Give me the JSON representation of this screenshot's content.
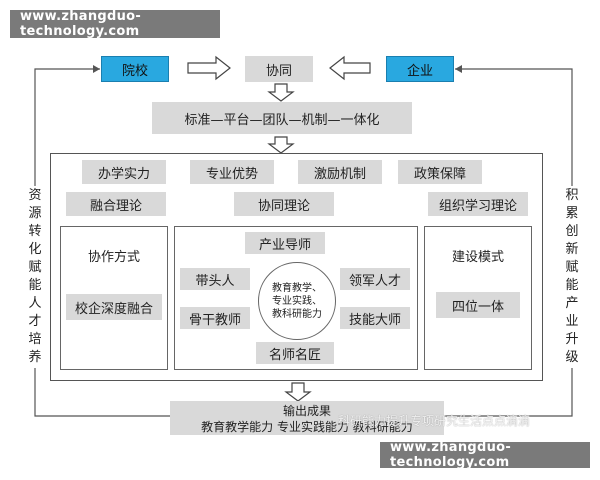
{
  "watermark_top": "www.zhangduo-technology.com",
  "watermark_bottom": "www.zhangduo-technology.com",
  "top": {
    "left": "院校",
    "middle": "协同",
    "right": "企业"
  },
  "standard_bar": "标准—平台—团队—机制—一体化",
  "row1": [
    "办学实力",
    "专业优势",
    "激励机制",
    "政策保障"
  ],
  "row2": {
    "left": "融合理论",
    "middle": "协同理论",
    "right": "组织学习理论"
  },
  "left_panel": {
    "title": "协作方式",
    "box": "校企深度融合"
  },
  "right_panel": {
    "title": "建设模式",
    "box": "四位一体"
  },
  "center": {
    "top": "产业导师",
    "left_top": "带头人",
    "left_bottom": "骨干教师",
    "right_top": "领军人才",
    "right_bottom": "技能大师",
    "bottom": "名师名匠",
    "circle_line1": "教育教学、",
    "circle_line2": "专业实践、",
    "circle_line3": "教科研能力"
  },
  "output": {
    "line1": "输出成果",
    "line2": "教育教学能力 专业实践能力 教科研能力"
  },
  "left_side": [
    "资",
    "源",
    "转",
    "化",
    "赋",
    "能",
    "人",
    "才",
    "培",
    "养"
  ],
  "right_side": [
    "积",
    "累",
    "创",
    "新",
    "赋",
    "能",
    "产",
    "业",
    "升",
    "级"
  ],
  "overlay_text": "科研能力提升专项研究生活点点滴滴"
}
